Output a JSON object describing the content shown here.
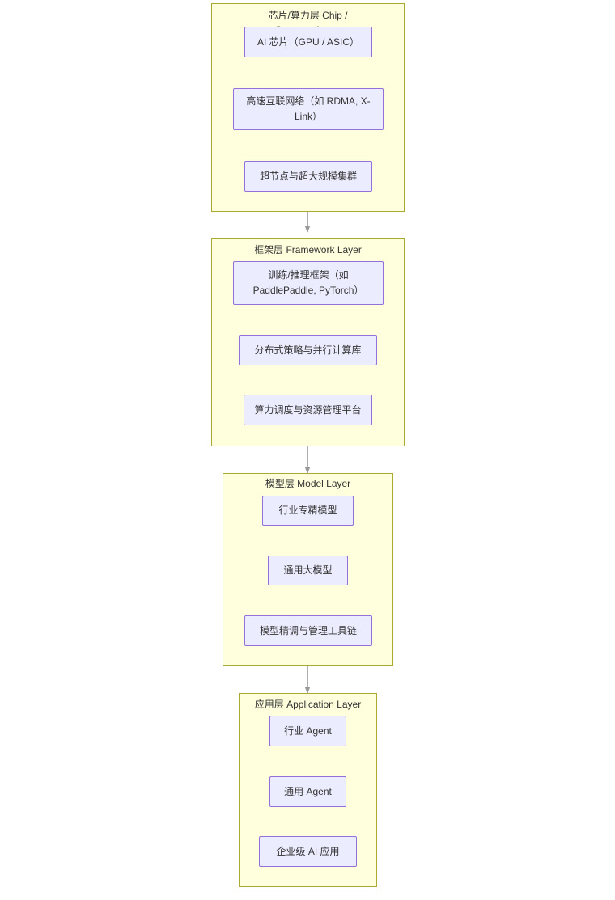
{
  "diagram": {
    "type": "flowchart",
    "direction": "top-to-bottom",
    "title_shown": false,
    "colors": {
      "cluster_fill": "#ffffde",
      "cluster_stroke": "#aaaa33",
      "node_fill": "#ececff",
      "node_stroke": "#9370db",
      "edge_stroke": "#999999",
      "text": "#333333",
      "background": "#ffffff"
    },
    "clusters": [
      {
        "id": "chip-layer",
        "title": "芯片/算力层 Chip / Compute Layer",
        "title_line1": "芯片/算力层 Chip /",
        "title_line2": "Compute Layer",
        "nodes": [
          {
            "id": "ai-chip",
            "label": "AI 芯片（GPU / ASIC）"
          },
          {
            "id": "interconnect",
            "label": "高速互联网络（如 RDMA, X-Link）"
          },
          {
            "id": "supernode-cluster",
            "label": "超节点与超大规模集群"
          }
        ]
      },
      {
        "id": "framework-layer",
        "title": "框架层 Framework Layer",
        "title_line1": "框架层 Framework Layer",
        "title_line2": "",
        "nodes": [
          {
            "id": "train-infer-framework",
            "label": "训练/推理框架（如 PaddlePaddle, PyTorch）"
          },
          {
            "id": "distributed-parallel-lib",
            "label": "分布式策略与并行计算库"
          },
          {
            "id": "scheduling-platform",
            "label": "算力调度与资源管理平台"
          }
        ]
      },
      {
        "id": "model-layer",
        "title": "模型层 Model Layer",
        "title_line1": "模型层 Model Layer",
        "title_line2": "",
        "nodes": [
          {
            "id": "industry-model",
            "label": "行业专精模型"
          },
          {
            "id": "general-model",
            "label": "通用大模型"
          },
          {
            "id": "model-tuning-toolchain",
            "label": "模型精调与管理工具链"
          }
        ]
      },
      {
        "id": "application-layer",
        "title": "应用层 Application Layer",
        "title_line1": "应用层 Application Layer",
        "title_line2": "",
        "nodes": [
          {
            "id": "industry-agent",
            "label": "行业 Agent"
          },
          {
            "id": "general-agent",
            "label": "通用 Agent"
          },
          {
            "id": "enterprise-ai-app",
            "label": "企业级 AI 应用"
          }
        ]
      }
    ],
    "edges": [
      {
        "from": "chip-layer",
        "to": "framework-layer",
        "label": "",
        "arrow": "arrow-down-icon"
      },
      {
        "from": "framework-layer",
        "to": "model-layer",
        "label": "",
        "arrow": "arrow-down-icon"
      },
      {
        "from": "model-layer",
        "to": "application-layer",
        "label": "",
        "arrow": "arrow-down-icon"
      }
    ]
  }
}
